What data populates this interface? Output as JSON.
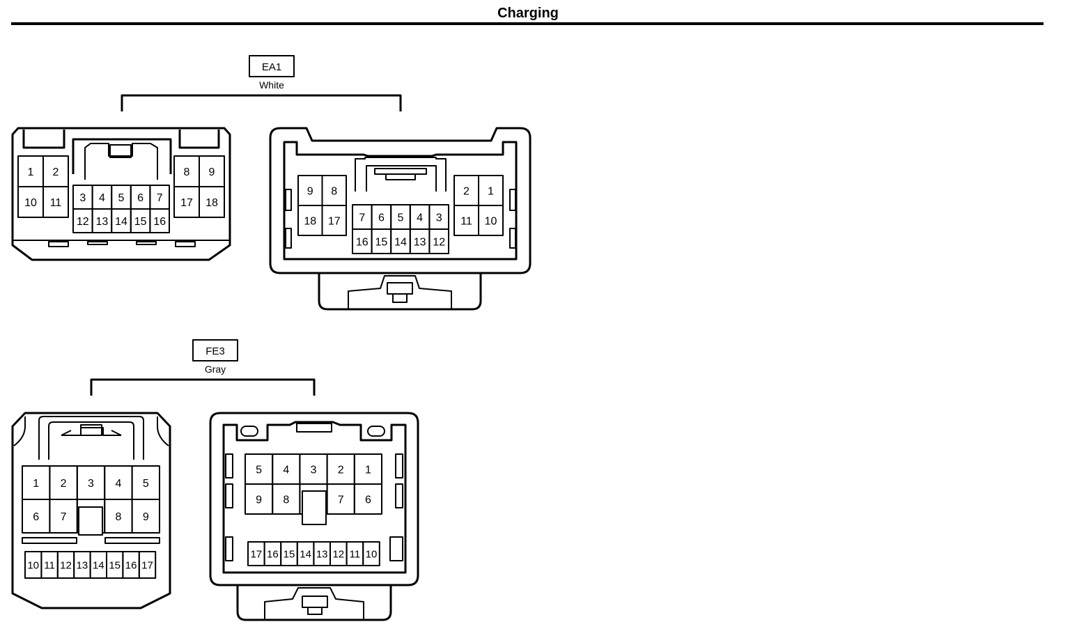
{
  "title": "Charging",
  "connectors": [
    {
      "id": "EA1",
      "color": "White",
      "left_view": {
        "left_block": [
          [
            "1",
            "2"
          ],
          [
            "10",
            "11"
          ]
        ],
        "center_block": [
          [
            "3",
            "4",
            "5",
            "6",
            "7"
          ],
          [
            "12",
            "13",
            "14",
            "15",
            "16"
          ]
        ],
        "right_block": [
          [
            "8",
            "9"
          ],
          [
            "17",
            "18"
          ]
        ]
      },
      "right_view": {
        "left_block": [
          [
            "9",
            "8"
          ],
          [
            "18",
            "17"
          ]
        ],
        "center_block": [
          [
            "7",
            "6",
            "5",
            "4",
            "3"
          ],
          [
            "16",
            "15",
            "14",
            "13",
            "12"
          ]
        ],
        "right_block": [
          [
            "2",
            "1"
          ],
          [
            "11",
            "10"
          ]
        ]
      }
    },
    {
      "id": "FE3",
      "color": "Gray",
      "left_view": {
        "top_row": [
          "1",
          "2",
          "3",
          "4",
          "5"
        ],
        "middle_row": [
          "6",
          "7",
          "",
          "8",
          "9"
        ],
        "bottom_row": [
          "10",
          "11",
          "12",
          "13",
          "14",
          "15",
          "16",
          "17"
        ]
      },
      "right_view": {
        "top_row": [
          "5",
          "4",
          "3",
          "2",
          "1"
        ],
        "middle_row": [
          "9",
          "8",
          "",
          "7",
          "6"
        ],
        "bottom_row": [
          "17",
          "16",
          "15",
          "14",
          "13",
          "12",
          "11",
          "10"
        ]
      }
    }
  ]
}
